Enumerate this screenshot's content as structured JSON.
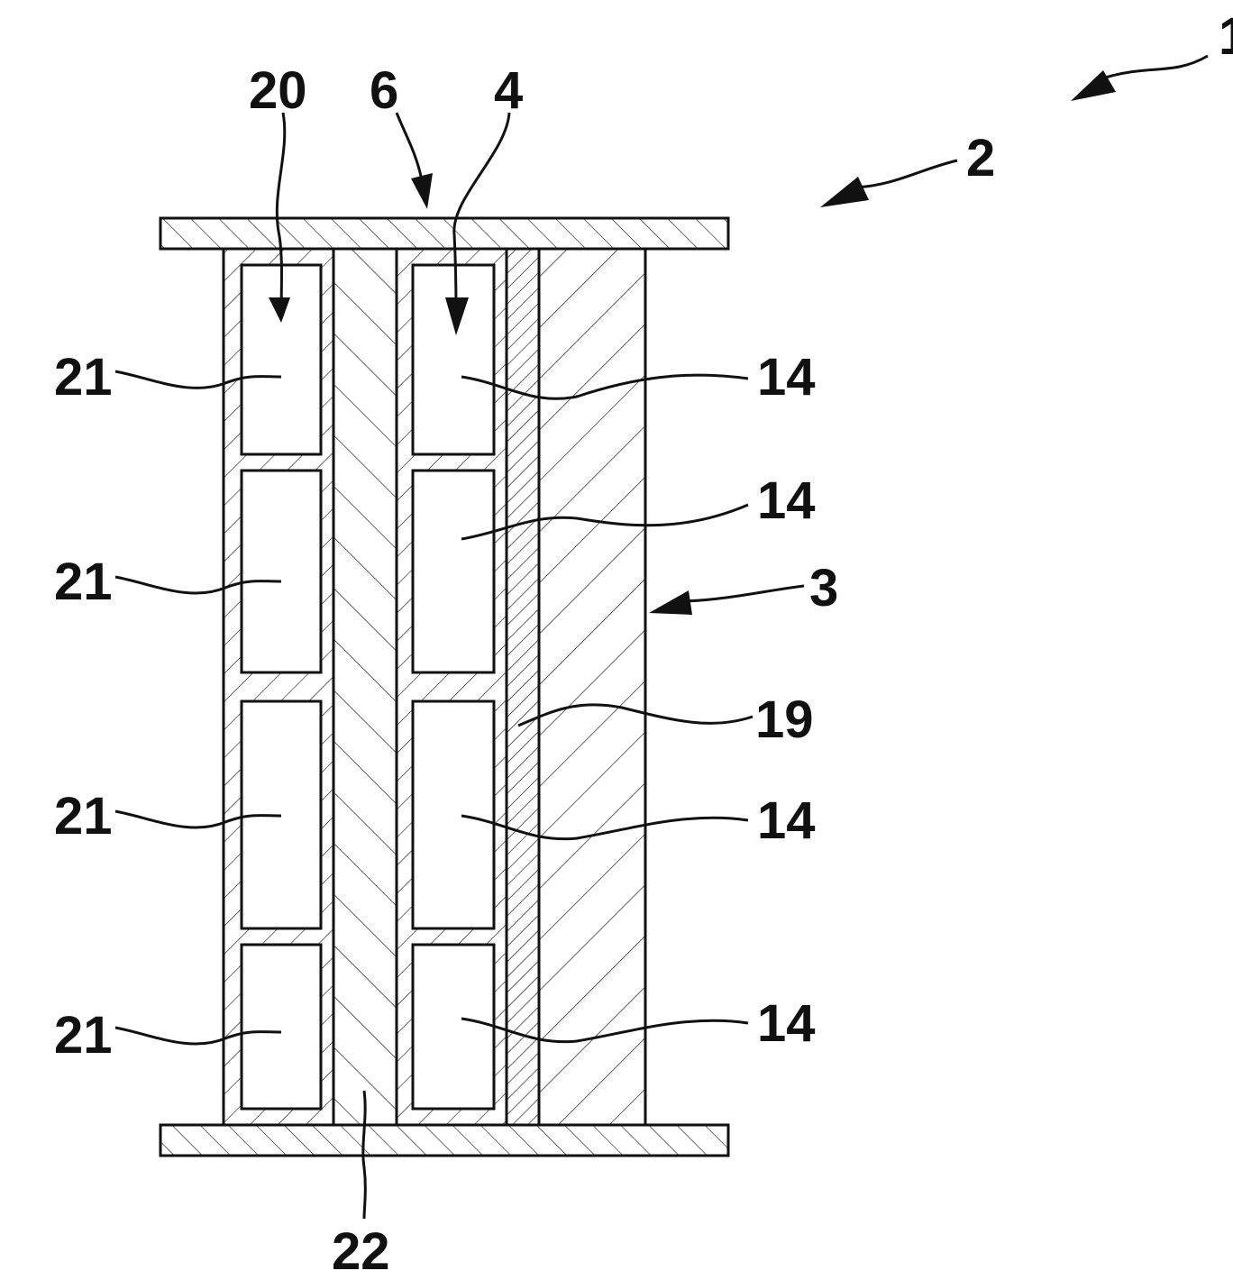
{
  "labels": {
    "ref_1": "1",
    "ref_2": "2",
    "ref_3": "3",
    "ref_4": "4",
    "ref_6": "6",
    "ref_14": "14",
    "ref_19": "19",
    "ref_20": "20",
    "ref_21": "21",
    "ref_22": "22"
  },
  "colors": {
    "line": "#111111",
    "background": "#ffffff"
  }
}
